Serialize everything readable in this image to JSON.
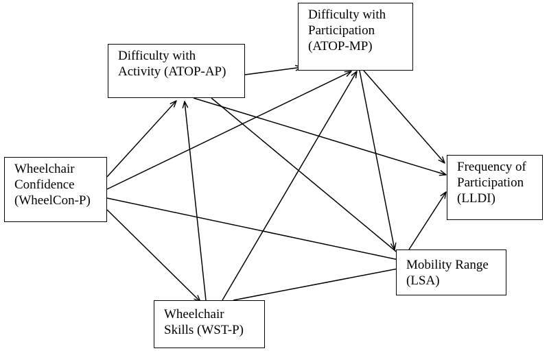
{
  "nodes": {
    "atop_ap": {
      "lines": [
        "Difficulty with",
        "Activity (ATOP-AP)"
      ]
    },
    "atop_mp": {
      "lines": [
        "Difficulty with",
        "Participation",
        "(ATOP-MP)"
      ]
    },
    "wheelcon": {
      "lines": [
        "Wheelchair",
        "Confidence",
        "(WheelCon-P)"
      ]
    },
    "lldi": {
      "lines": [
        "Frequency of",
        "Participation",
        "(LLDI)"
      ]
    },
    "lsa": {
      "lines": [
        "Mobility Range",
        "(LSA)"
      ]
    },
    "wst": {
      "lines": [
        "Wheelchair",
        "Skills (WST-P)"
      ]
    }
  },
  "edges": [
    {
      "from": "atop_ap",
      "to": "atop_mp"
    },
    {
      "from": "atop_ap",
      "to": "lldi"
    },
    {
      "from": "atop_ap",
      "to": "lsa"
    },
    {
      "from": "atop_mp",
      "to": "lldi"
    },
    {
      "from": "atop_mp",
      "to": "lsa"
    },
    {
      "from": "wheelcon",
      "to": "atop_ap"
    },
    {
      "from": "wheelcon",
      "to": "atop_mp"
    },
    {
      "from": "wheelcon",
      "to": "lsa"
    },
    {
      "from": "wheelcon",
      "to": "wst"
    },
    {
      "from": "wst",
      "to": "atop_ap"
    },
    {
      "from": "wst",
      "to": "atop_mp"
    },
    {
      "from": "wst",
      "to": "lsa"
    },
    {
      "from": "lsa",
      "to": "lldi"
    }
  ]
}
